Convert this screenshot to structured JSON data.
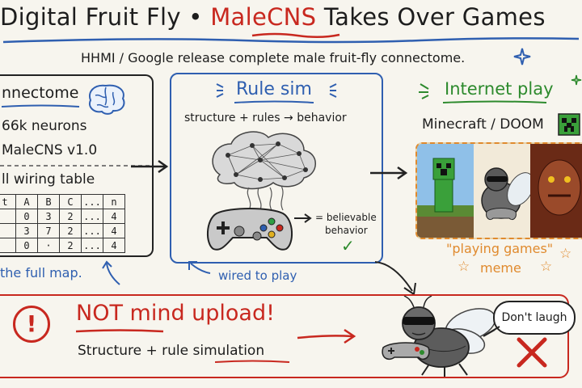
{
  "header": {
    "title_part1": "Digital Fruit Fly • ",
    "title_part2": "MaleCNS",
    "title_part3": " Takes Over Games",
    "subtitle": "HHMI / Google release complete male fruit-fly connectome."
  },
  "left_panel": {
    "heading": "nnectome",
    "line1": "66k neurons",
    "line2": "MaleCNS v1.0",
    "line3": "ll wiring table",
    "table": [
      [
        "t",
        "A",
        "B",
        "C",
        "...",
        "n"
      ],
      [
        "",
        "0",
        "3",
        "2",
        "...",
        "4"
      ],
      [
        "",
        "3",
        "7",
        "2",
        "...",
        "4"
      ],
      [
        "",
        "0",
        "·",
        "2",
        "...",
        "4"
      ]
    ],
    "caption": "the full map."
  },
  "mid_panel": {
    "heading": "Rule sim",
    "formula": "structure + rules → behavior",
    "result_line1": "= believable",
    "result_line2": "behavior",
    "caption": "wired to play"
  },
  "right_panel": {
    "heading": "Internet play",
    "games": "Minecraft / DOOM",
    "meme_line1": "\"playing games\"",
    "meme_line2": "meme"
  },
  "bottom_panel": {
    "heading": "NOT mind upload!",
    "subtext": "Structure + rule simulation",
    "speech": "Don't laugh"
  },
  "colors": {
    "red": "#c8281f",
    "blue": "#2f5fb0",
    "green": "#2d8a2d",
    "orange": "#e08a2e"
  }
}
